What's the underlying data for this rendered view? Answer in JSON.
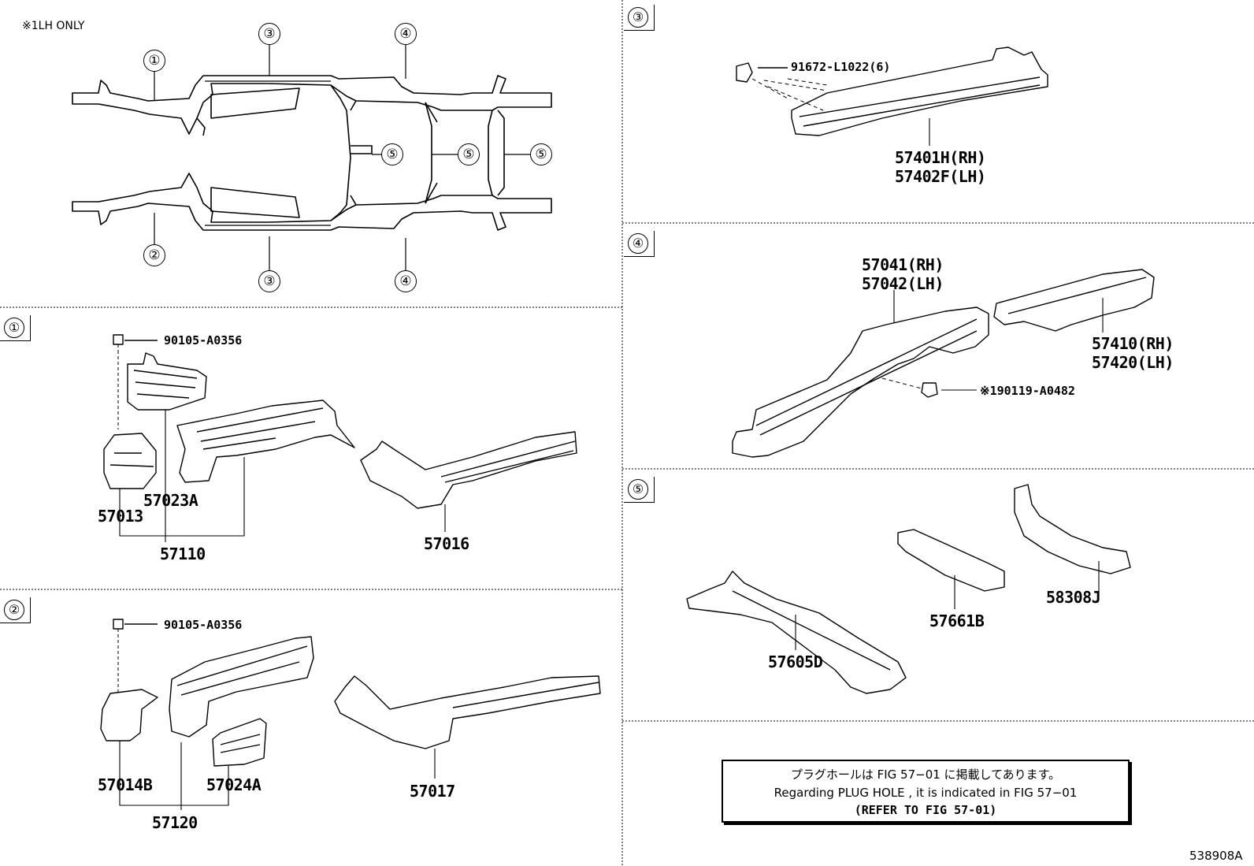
{
  "header": {
    "lh_only_note": "※1LH ONLY",
    "figure_code": "538908A"
  },
  "overview": {
    "callouts": [
      {
        "id": "1",
        "text": "①"
      },
      {
        "id": "2",
        "text": "②"
      },
      {
        "id": "3a",
        "text": "③"
      },
      {
        "id": "3b",
        "text": "③"
      },
      {
        "id": "4a",
        "text": "④"
      },
      {
        "id": "4b",
        "text": "④"
      },
      {
        "id": "5a",
        "text": "⑤"
      },
      {
        "id": "5b",
        "text": "⑤"
      },
      {
        "id": "5c",
        "text": "⑤"
      }
    ]
  },
  "sections": {
    "s1": {
      "tag": "①",
      "bolt": "90105-A0356",
      "parts": [
        "57023A",
        "57013",
        "57110",
        "57016"
      ]
    },
    "s2": {
      "tag": "②",
      "bolt": "90105-A0356",
      "parts": [
        "57014B",
        "57024A",
        "57120",
        "57017"
      ]
    },
    "s3": {
      "tag": "③",
      "bolt": "91672-L1022(6)",
      "parts": [
        "57401H(RH)",
        "57402F(LH)"
      ]
    },
    "s4": {
      "tag": "④",
      "bolt": "※190119-A0482",
      "parts": [
        "57041(RH)",
        "57042(LH)",
        "57410(RH)",
        "57420(LH)"
      ]
    },
    "s5": {
      "tag": "⑤",
      "parts": [
        "57605D",
        "57661B",
        "58308J"
      ]
    }
  },
  "note": {
    "line1": "プラグホールは FIG 57−01 に掲載してあります。",
    "line2": "Regarding PLUG HOLE , it is indicated in FIG 57−01",
    "line3": "(REFER TO FIG 57-01)"
  }
}
